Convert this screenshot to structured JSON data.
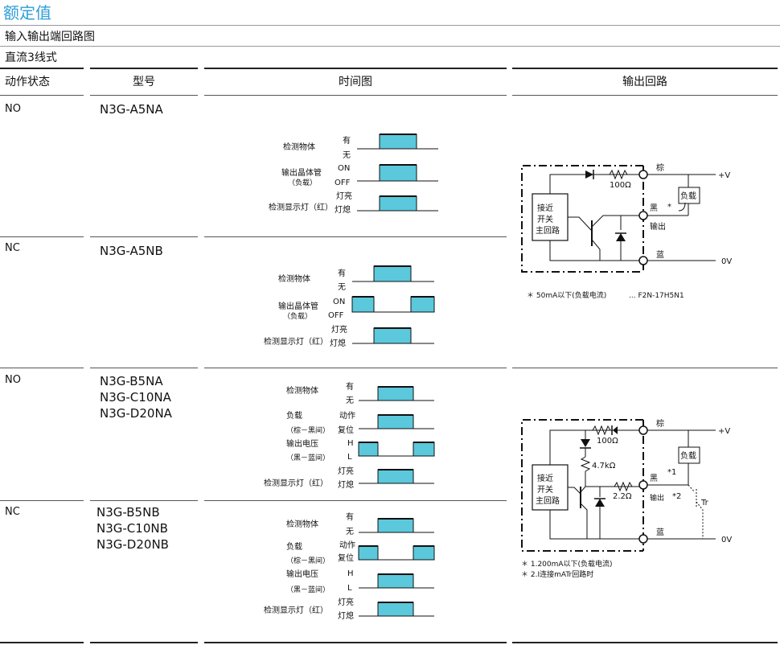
{
  "page_title": "额定值",
  "section_title": "输入输出端回路图",
  "subsection_title": "直流3线式",
  "columns": [
    "动作状态",
    "型号",
    "时间图",
    "输出回路"
  ],
  "rows": [
    {
      "mode": "NO",
      "models": [
        "N3G-A5NA"
      ]
    },
    {
      "mode": "NC",
      "models": [
        "N3G-A5NB"
      ]
    },
    {
      "mode": "NO",
      "models": [
        "N3G-B5NA",
        "N3G-C10NA",
        "N3G-D20NA"
      ]
    },
    {
      "mode": "NC",
      "models": [
        "N3G-B5NB",
        "N3G-C10NB",
        "N3G-D20NB"
      ]
    }
  ],
  "timing_labels": {
    "detect_object": "检测物体",
    "present": "有",
    "absent": "无",
    "output_transistor": "输出晶体管",
    "load_paren": "（负载）",
    "on": "ON",
    "off": "OFF",
    "lamp_on": "灯亮",
    "lamp_off": "灯熄",
    "indicator": "检测显示灯（红）",
    "load": "负载",
    "brown_black": "（棕－黑间）",
    "operate": "动作",
    "reset": "复位",
    "output_voltage": "输出电压",
    "black_blue": "（黑－蓝间）",
    "high": "H",
    "low": "L"
  },
  "circuit1": {
    "main_circuit": [
      "接近",
      "开关",
      "主回路"
    ],
    "brown": "棕",
    "black": "黑",
    "blue": "蓝",
    "output": "输出",
    "load": "负载",
    "plus_v": "+V",
    "zero_v": "0V",
    "resistor": "100Ω",
    "star": "*",
    "note": "＊ 50mA以下(负载电流)",
    "code": "... F2N-17H5N1"
  },
  "circuit2": {
    "main_circuit": [
      "接近",
      "开关",
      "主回路"
    ],
    "brown": "棕",
    "black": "黑",
    "blue": "蓝",
    "output": "输出",
    "load": "负载",
    "plus_v": "+V",
    "zero_v": "0V",
    "r1": "100Ω",
    "r2": "4.7kΩ",
    "r3": "2.2Ω",
    "mark1": "*1",
    "mark2": "*2",
    "tr": "Tr",
    "note1": "＊ 1.200mA以下(负载电流)",
    "note2": "＊ 2.I连接mATr回路时"
  },
  "colors": {
    "title": "#2f9fd8",
    "pulse": "#5bc8dc"
  }
}
